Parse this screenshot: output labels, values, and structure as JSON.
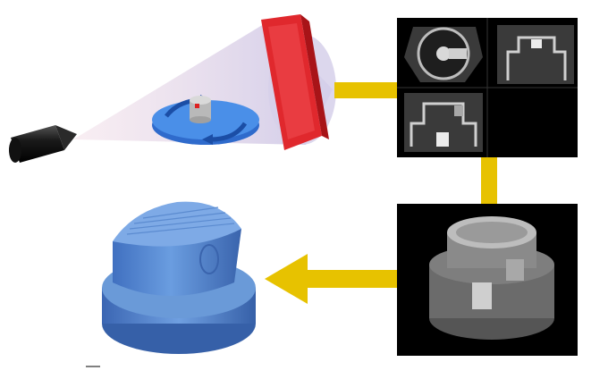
{
  "diagram": {
    "stages": [
      {
        "id": "xray-source",
        "icon": "xray-source-icon"
      },
      {
        "id": "rotation-stage",
        "icon": "rotation-stage-icon"
      },
      {
        "id": "detector",
        "icon": "detector-icon"
      },
      {
        "id": "ct-slice-views",
        "icon": "ct-slices-icon"
      },
      {
        "id": "volume-render",
        "icon": "xray-volume-icon"
      },
      {
        "id": "surface-model",
        "icon": "3d-cap-model-icon"
      }
    ],
    "flow": [
      [
        "detector",
        "ct-slice-views"
      ],
      [
        "ct-slice-views",
        "volume-render"
      ],
      [
        "volume-render",
        "surface-model"
      ]
    ],
    "colors": {
      "arrow": "#e7c200",
      "detector": "#e0282d",
      "stage": "#3b82e0",
      "model": "#5a8fd6",
      "panel": "#000000"
    }
  }
}
